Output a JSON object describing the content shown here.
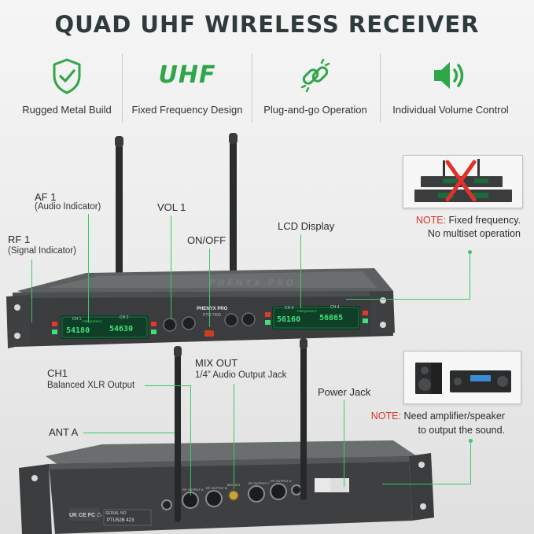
{
  "title": "QUAD UHF WIRELESS RECEIVER",
  "features": [
    {
      "icon": "shield-check-icon",
      "label": "Rugged Metal Build"
    },
    {
      "icon": "uhf-text-icon",
      "icon_text": "UHF",
      "label": "Fixed Frequency Design"
    },
    {
      "icon": "chain-link-icon",
      "label": "Plug-and-go Operation"
    },
    {
      "icon": "speaker-volume-icon",
      "label": "Individual Volume Control"
    }
  ],
  "front_callouts": {
    "af1": {
      "label": "AF 1",
      "sub": "(Audio Indicator)"
    },
    "rf1": {
      "label": "RF 1",
      "sub": "(Signal Indicator)"
    },
    "vol1": {
      "label": "VOL 1"
    },
    "onoff": {
      "label": "ON/OFF"
    },
    "lcd": {
      "label": "LCD Display"
    }
  },
  "front_note": {
    "prefix": "NOTE:",
    "text": " Fixed frequency.",
    "line2": "No multiset operation"
  },
  "back_callouts": {
    "ch1": {
      "label": "CH1",
      "sub": "Balanced XLR Output"
    },
    "mixout": {
      "label": "MIX OUT",
      "sub": "1/4” Audio Output Jack"
    },
    "power": {
      "label": "Power Jack"
    },
    "anta": {
      "label": "ANT A"
    }
  },
  "back_note": {
    "prefix": "NOTE:",
    "text": " Need amplifier/speaker",
    "line2": "to output the sound."
  },
  "device": {
    "brand": "PHENYX PRO",
    "model": "PTU-7000",
    "ch_labels": [
      "CH 1",
      "CH 2",
      "CH 3",
      "CH 4"
    ],
    "lcd_values": [
      "54180",
      "54630",
      "56160",
      "56865"
    ],
    "lcd_caption": "FREQUENCY",
    "serial_label": "SERIAL NO",
    "serial_value": "PTU52B 423",
    "cert_marks": "UK CE FC ♺",
    "back_labels": [
      "RF OUTPUT A",
      "RF OUTPUT B",
      "MIX OUT",
      "RF OUTPUT C",
      "RF OUTPUT D"
    ]
  },
  "colors": {
    "accent_green": "#2fa64a",
    "note_red": "#e0322b",
    "line_green": "#3cc76a",
    "lcd_green": "#3fe07a"
  }
}
